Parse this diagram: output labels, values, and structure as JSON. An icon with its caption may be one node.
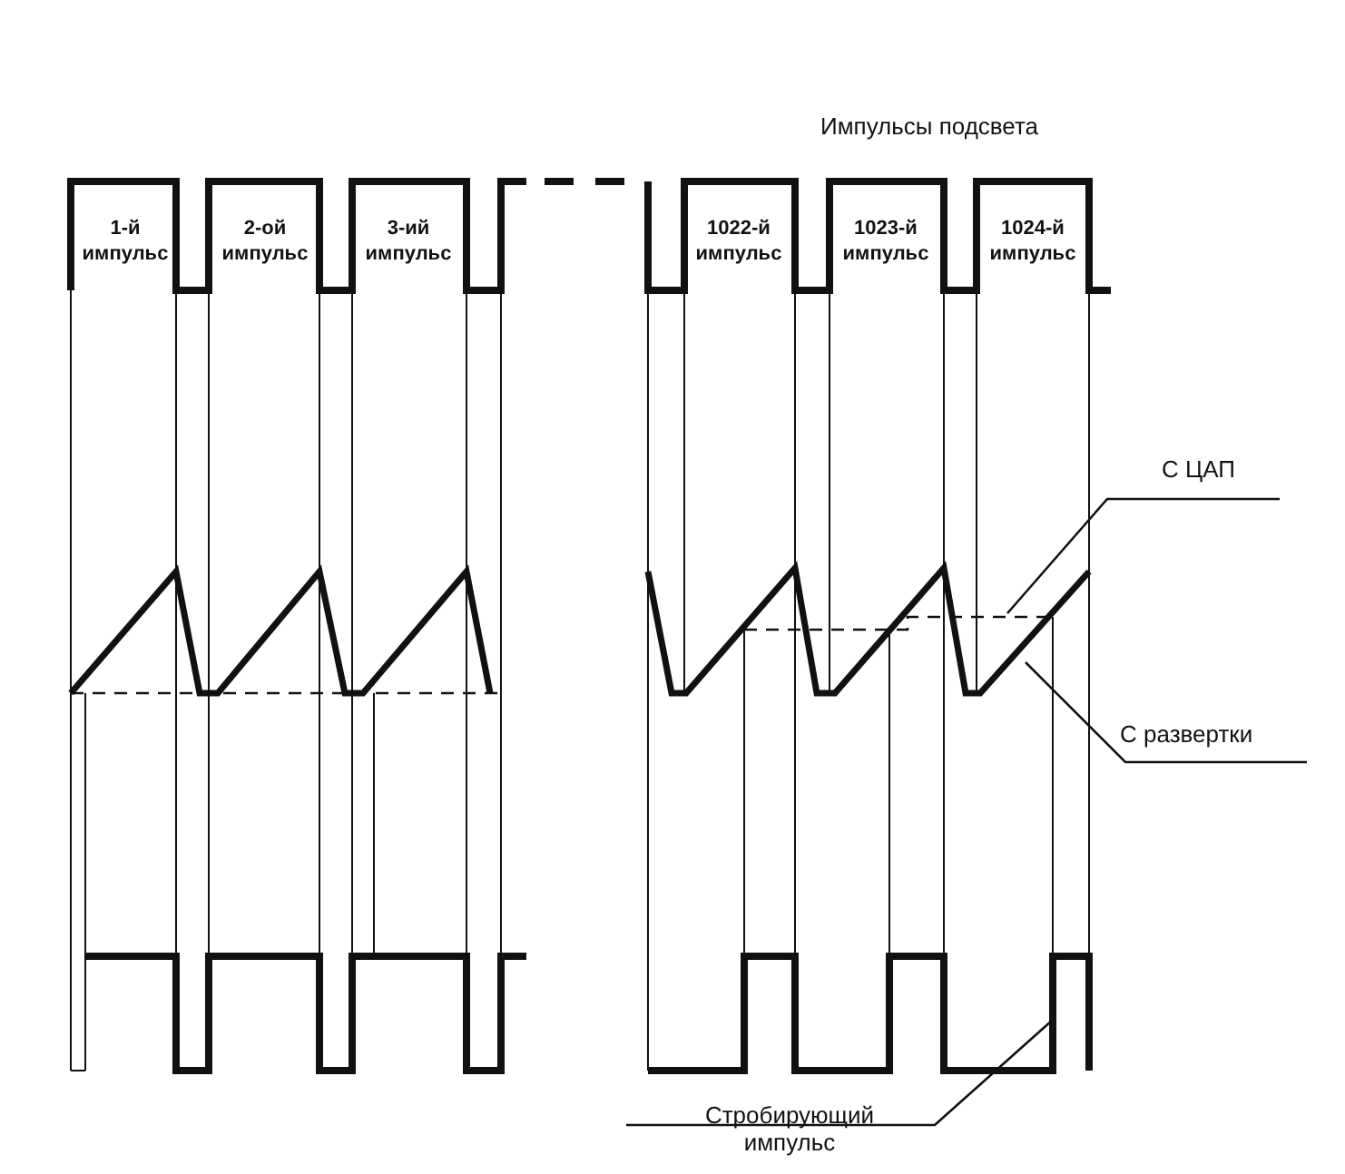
{
  "diagram": {
    "nodes": [
      {
        "text": [
          "С ЦАП"
        ]
      },
      {
        "text": [
          "С развертки"
        ]
      },
      {
        "text": [
          "Стробирующий импульс"
        ]
      }
    ],
    "edges": [
      {
        "from": 0,
        "to": null,
        "arrow": "none"
      },
      {
        "from": 1,
        "to": null,
        "arrow": "none"
      },
      {
        "from": 2,
        "to": null,
        "arrow": "none"
      }
    ],
    "labels": [
      "Импульсы подсвета",
      "1-й импульс",
      "2-ой импульс",
      "3-ий импульс",
      "1022-й импульс",
      "1023-й импульс",
      "1024-й импульс"
    ]
  }
}
